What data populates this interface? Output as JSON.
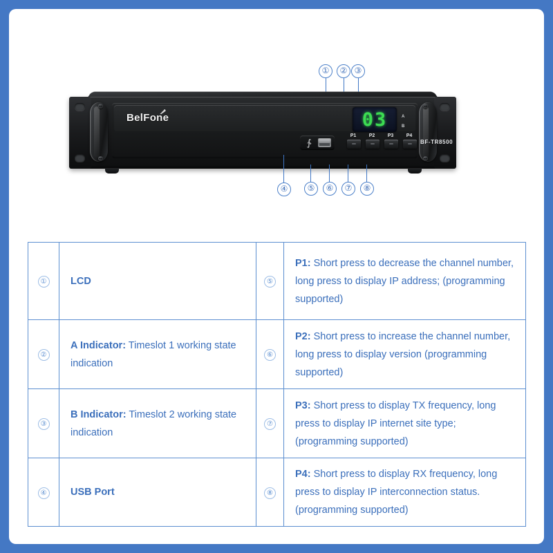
{
  "device": {
    "brand": "BelFone",
    "model": "BF-TR8500",
    "lcd_value": "03",
    "lcd_color": "#3cdc52",
    "indicators": [
      {
        "label": "A"
      },
      {
        "label": "B"
      }
    ],
    "buttons": [
      {
        "label": "P1"
      },
      {
        "label": "P2"
      },
      {
        "label": "P3"
      },
      {
        "label": "P4"
      }
    ],
    "usb_icon": "usb-trident-icon"
  },
  "callouts": [
    {
      "number": "①"
    },
    {
      "number": "②"
    },
    {
      "number": "③"
    },
    {
      "number": "④"
    },
    {
      "number": "⑤"
    },
    {
      "number": "⑥"
    },
    {
      "number": "⑦"
    },
    {
      "number": "⑧"
    }
  ],
  "legend": {
    "left": [
      {
        "number": "①",
        "bold": "LCD",
        "rest": ""
      },
      {
        "number": "②",
        "bold": "A Indicator:",
        "rest": " Timeslot 1 working state indication"
      },
      {
        "number": "③",
        "bold": "B Indicator:",
        "rest": " Timeslot 2 working state indication"
      },
      {
        "number": "④",
        "bold": "USB Port",
        "rest": ""
      }
    ],
    "right": [
      {
        "number": "⑤",
        "bold": "P1:",
        "rest": " Short press to decrease the channel number, long press to display IP address; (programming supported)"
      },
      {
        "number": "⑥",
        "bold": "P2:",
        "rest": " Short press to increase the channel number, long press to display version (programming supported)"
      },
      {
        "number": "⑦",
        "bold": "P3:",
        "rest": "  Short press to display TX frequency, long press to display IP internet site type; (programming supported)"
      },
      {
        "number": "⑧",
        "bold": "P4:",
        "rest": "  Short press to display RX frequency, long press to display IP interconnection status. (programming supported)"
      }
    ]
  },
  "colors": {
    "frame": "#4478c4",
    "table_border": "#5b8ed0",
    "text": "#3b6fbb",
    "leader": "#3f76c4"
  }
}
